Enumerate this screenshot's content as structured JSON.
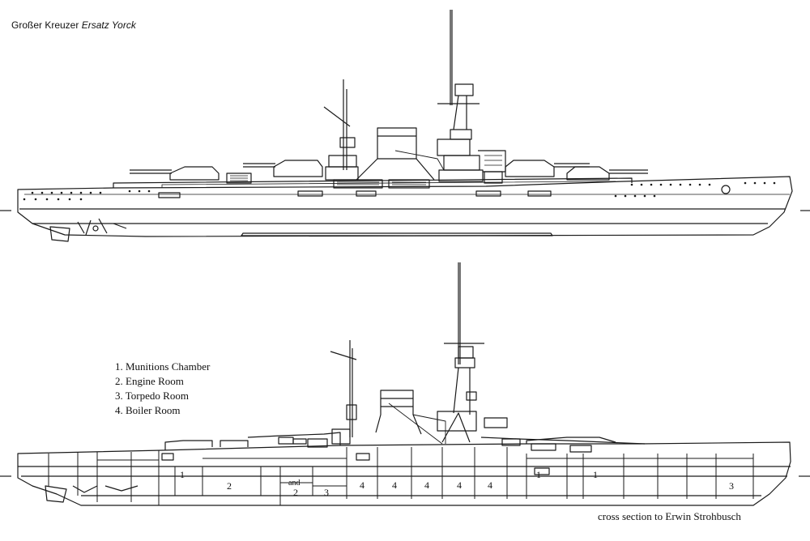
{
  "title": {
    "prefix": "Großer Kreuzer ",
    "name": "Ersatz Yorck"
  },
  "legend": [
    "1. Munitions Chamber",
    "2. Engine Room",
    "3. Torpedo Room",
    "4. Boiler Room"
  ],
  "compartments": {
    "munitions": "1",
    "engine": "2",
    "torpedo": "3",
    "boiler": "4",
    "and": "and"
  },
  "credit": "cross section to Erwin Strohbusch",
  "colors": {
    "line": "#1a1a1a",
    "background": "#ffffff"
  }
}
